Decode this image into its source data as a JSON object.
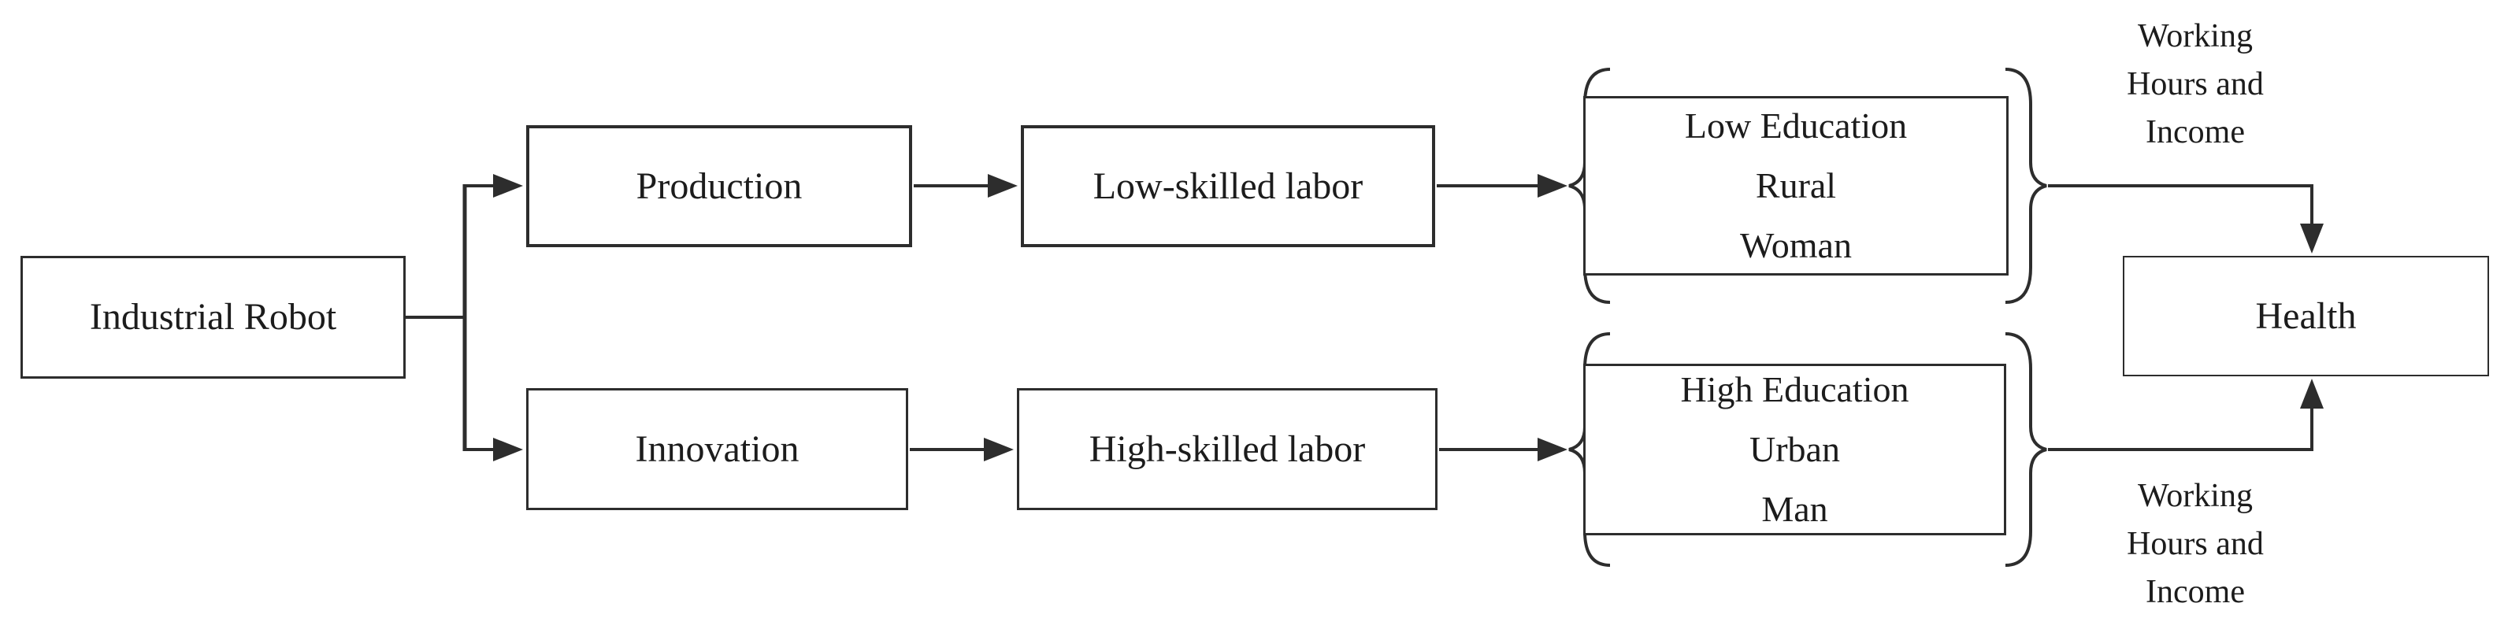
{
  "diagram": {
    "type": "flow-diagram",
    "nodes": {
      "industrial_robot": {
        "label": "Industrial Robot"
      },
      "production": {
        "label": "Production"
      },
      "low_skilled": {
        "label": "Low-skilled labor"
      },
      "innovation": {
        "label": "Innovation"
      },
      "high_skilled": {
        "label": "High-skilled labor"
      },
      "low_group": {
        "lines": [
          "Low Education",
          "Rural",
          "Woman"
        ]
      },
      "high_group": {
        "lines": [
          "High Education",
          "Urban",
          "Man"
        ]
      },
      "health": {
        "label": "Health"
      }
    },
    "edge_labels": {
      "top": {
        "lines": [
          "Working",
          "Hours and",
          "Income"
        ]
      },
      "bottom": {
        "lines": [
          "Working",
          "Hours and",
          "Income"
        ]
      }
    },
    "edges": [
      "Industrial Robot -> Production",
      "Industrial Robot -> Innovation",
      "Production -> Low-skilled labor",
      "Innovation -> High-skilled labor",
      "Low-skilled labor -> {Low Education, Rural, Woman}",
      "High-skilled labor -> {High Education, Urban, Man}",
      "{Low Education, Rural, Woman} -> Health (Working Hours and Income)",
      "{High Education, Urban, Man} -> Health (Working Hours and Income)"
    ],
    "colors": {
      "line": "#2d2d2d",
      "text": "#1c1c1c",
      "background": "#ffffff"
    }
  }
}
